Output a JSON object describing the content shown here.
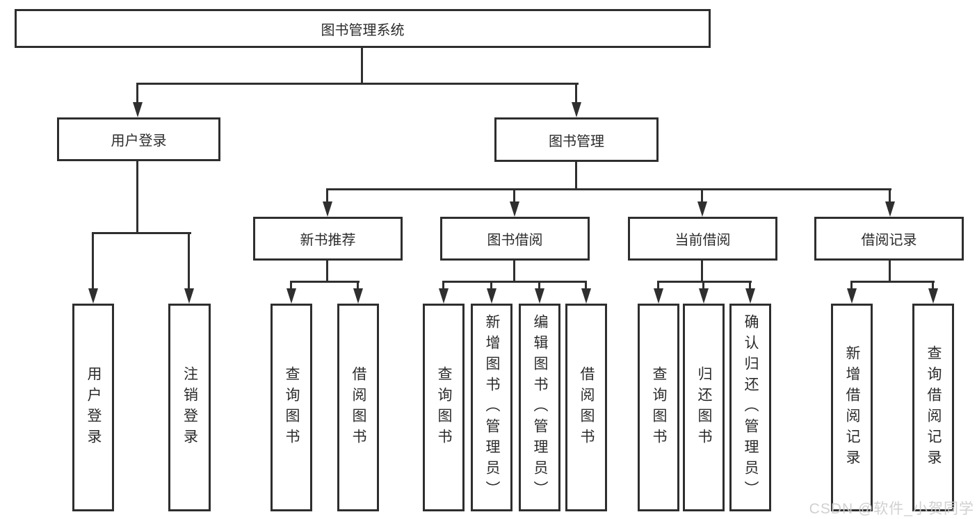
{
  "diagram_type": "hierarchy-tree",
  "nodes": {
    "root": "图书管理系统",
    "user_login": {
      "label": "用户登录",
      "children": [
        "用户登录",
        "注销登录"
      ]
    },
    "book_mgmt": {
      "label": "图书管理",
      "children": [
        {
          "label": "新书推荐",
          "children": [
            "查询图书",
            "借阅图书"
          ]
        },
        {
          "label": "图书借阅",
          "children": [
            "查询图书",
            "新增图书（管理员）",
            "编辑图书（管理员）",
            "借阅图书"
          ]
        },
        {
          "label": "当前借阅",
          "children": [
            "查询图书",
            "归还图书",
            "确认归还（管理员）"
          ]
        },
        {
          "label": "借阅记录",
          "children": [
            "新增借阅记录",
            "查询借阅记录"
          ]
        }
      ]
    }
  },
  "watermark": {
    "text": "CSDN @软件_小贺同学"
  },
  "colors": {
    "line": "#2f2f2f",
    "box_border": "#2e2e2e",
    "text": "#2b2b2b",
    "background": "#ffffff",
    "watermark": "#cccccc"
  }
}
